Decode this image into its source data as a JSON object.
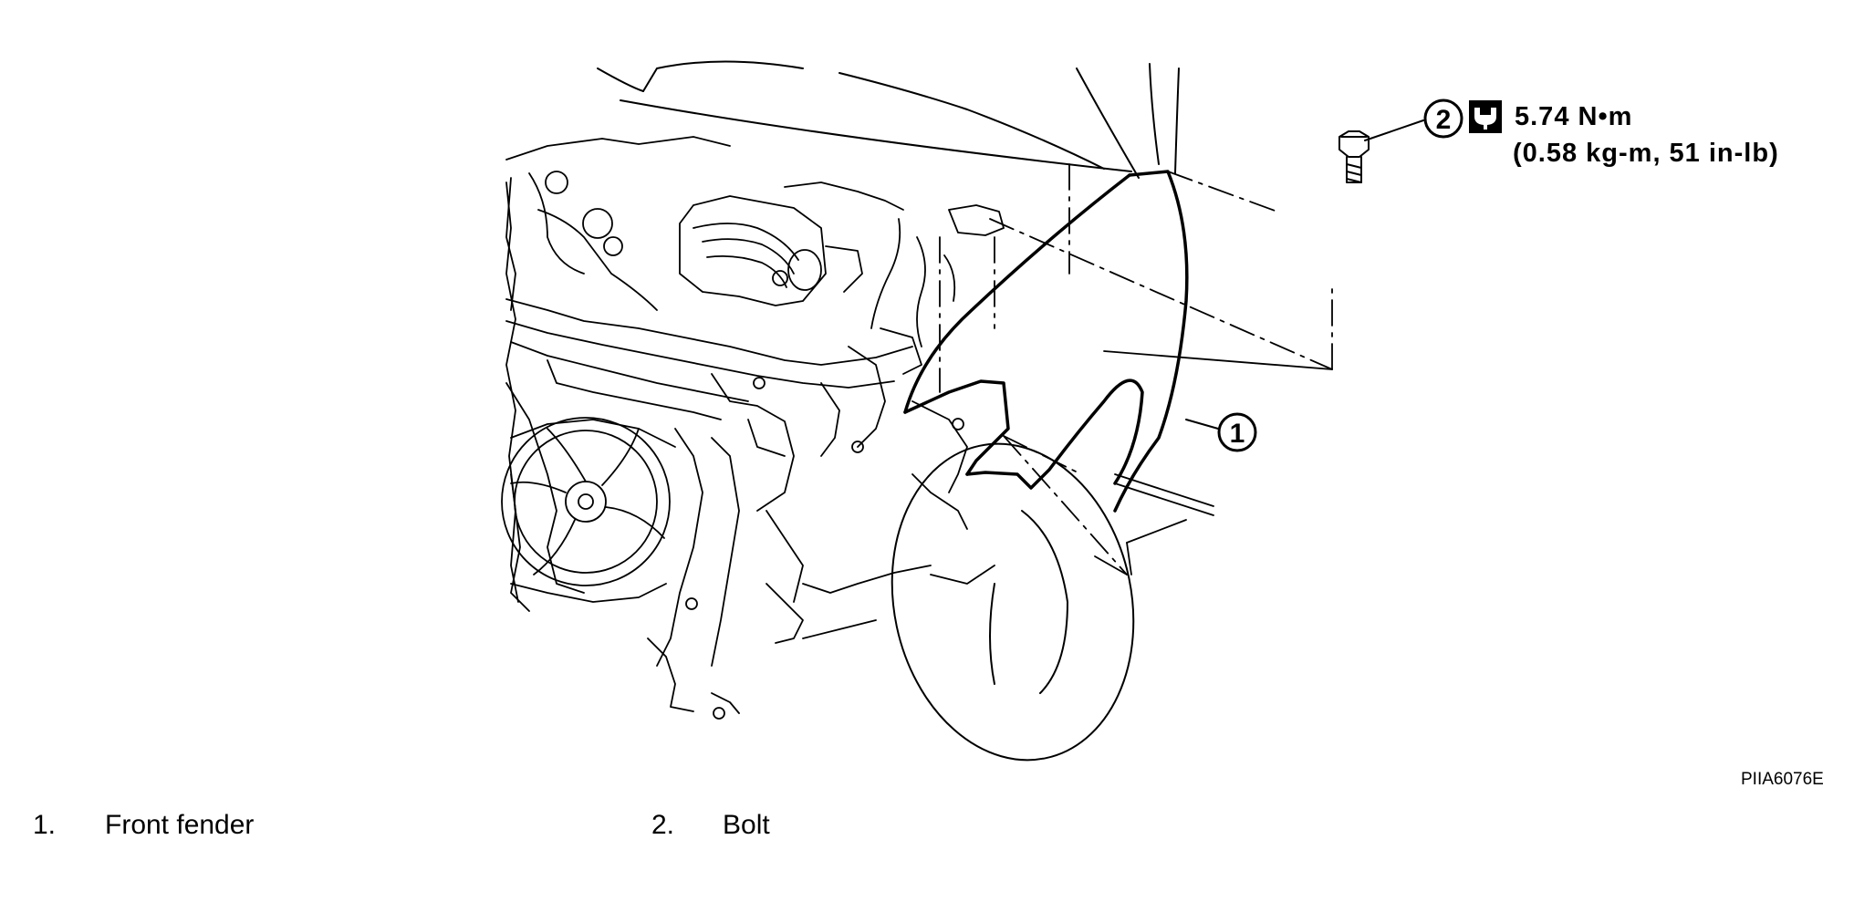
{
  "figure": {
    "code": "PIIA6076E",
    "callouts": [
      {
        "number": "1",
        "part": "front-fender"
      },
      {
        "number": "2",
        "part": "bolt"
      }
    ],
    "torque": {
      "value": "5.74 N•m",
      "alternate": "(0.58 kg-m, 51 in-lb)",
      "icon": "torque-wrench-icon"
    }
  },
  "legend": [
    {
      "number": "1.",
      "label": "Front fender"
    },
    {
      "number": "2.",
      "label": "Bolt"
    }
  ]
}
